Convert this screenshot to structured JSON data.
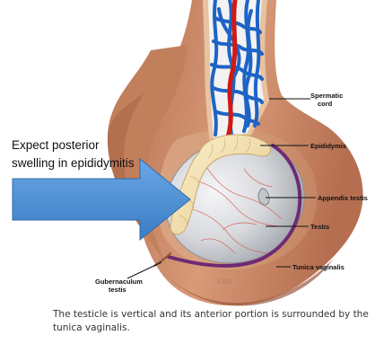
{
  "labels": {
    "spermatic_cord_line1": "Spermatic",
    "spermatic_cord_line2": "cord",
    "epididymis": "Epididymis",
    "appendix_testis": "Appendix testis",
    "testis": "Testis",
    "tunica_vaginalis": "Tunica vaginalis",
    "gubernaculum_line1": "Gubernaculum",
    "gubernaculum_line2": "testis"
  },
  "callout": {
    "line1": "Expect posterior",
    "line2": "swelling in epididymitis"
  },
  "artist_signature": "GBD",
  "caption": "The testicle is vertical and its anterior portion is surrounded by the tunica vaginalis.",
  "colors": {
    "skin": "#c88a6a",
    "skin_dark": "#a86446",
    "epididymis": "#f3dfae",
    "testis": "#d8dadd",
    "vein": "#1d64c6",
    "artery": "#d21a14",
    "tunica": "#6e2a74",
    "arrow": "#4a8ed6"
  }
}
